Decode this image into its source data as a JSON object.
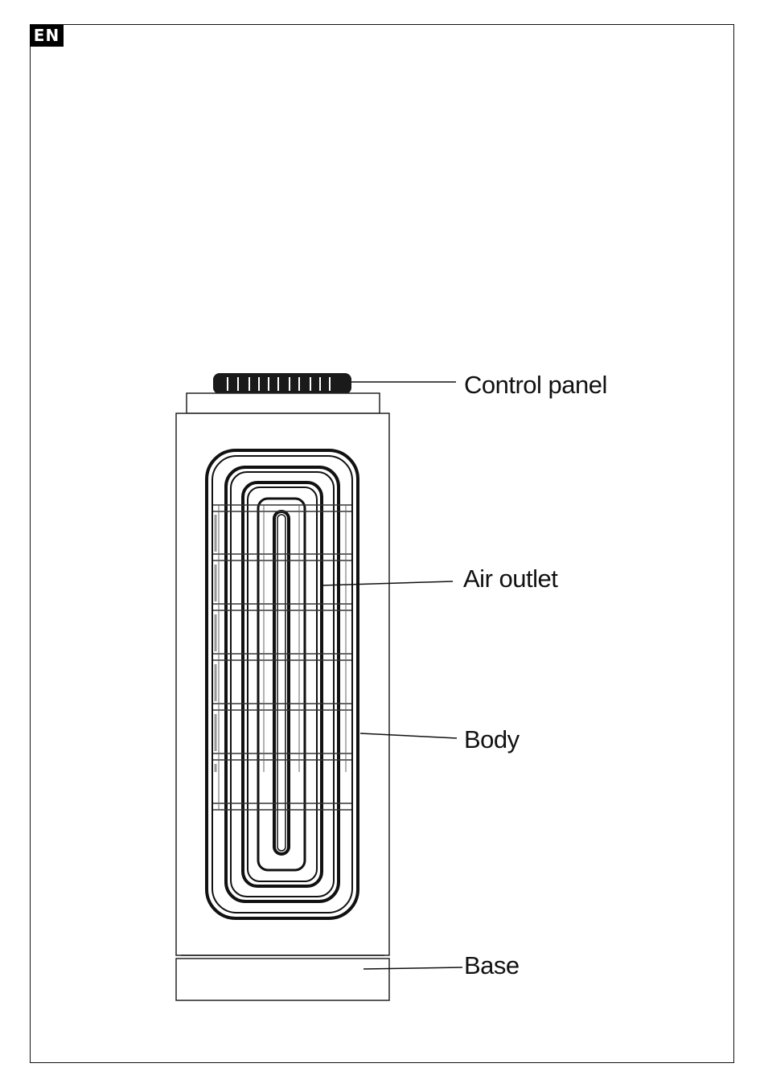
{
  "badge": {
    "language": "EN"
  },
  "labels": {
    "control_panel": "Control panel",
    "air_outlet": "Air outlet",
    "body": "Body",
    "base": "Base"
  }
}
